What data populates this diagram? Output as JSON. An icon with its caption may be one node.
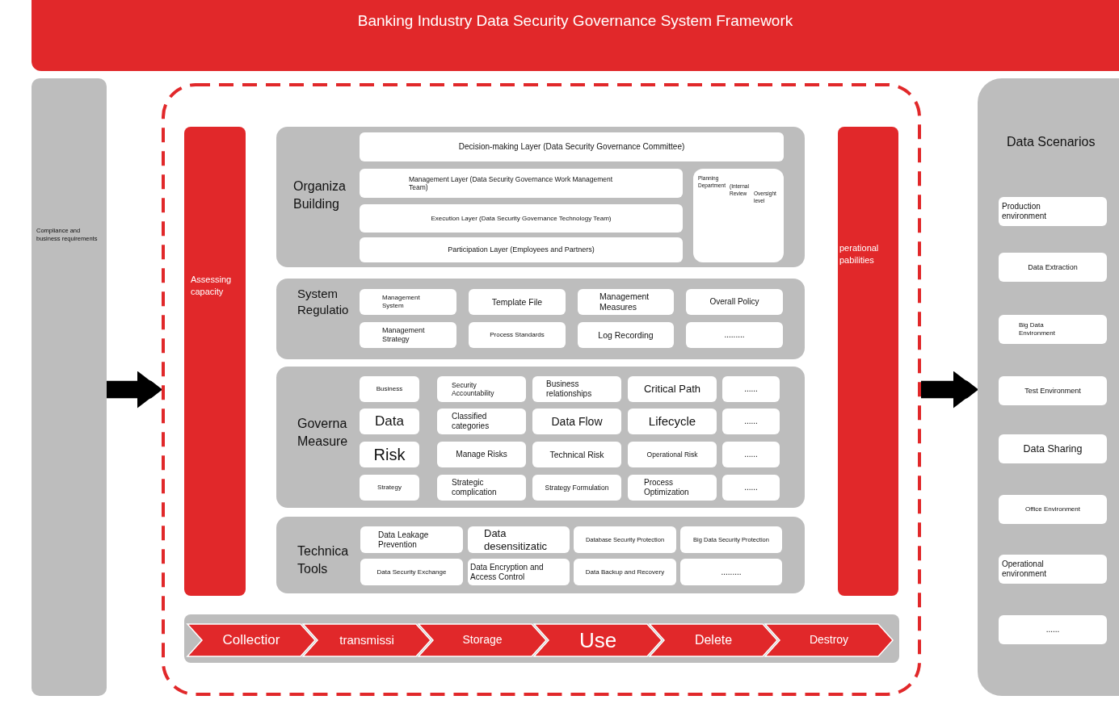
{
  "diagram": {
    "title": "Banking Industry Data Security Governance System Framework",
    "nodes": [
      {
        "text": [
          "Compliance and business requirements"
        ]
      },
      {
        "text": [],
        "shape": "box"
      },
      {
        "text": [
          "Assessing capacity"
        ],
        "in": 1
      },
      {
        "text": [
          "Organiza Building"
        ],
        "in": 1
      },
      {
        "text": [
          "Decision-making Layer (Data Security Governance Committee)"
        ],
        "in": 3
      },
      {
        "text": [
          "Management Layer (Data Security Governance Work Management Team)"
        ],
        "in": 3
      },
      {
        "text": [
          "Execution Layer (Data Security Governance Technology Team)"
        ],
        "in": 3
      },
      {
        "text": [
          "Participation Layer (Employees and Partners)"
        ],
        "in": 3
      },
      {
        "text": [
          "Planning Department",
          "(Internal Review",
          "Oversight level"
        ],
        "in": 3
      },
      {
        "text": [
          "System Regulatio"
        ],
        "in": 1
      },
      {
        "text": [
          "Management System"
        ],
        "in": 9
      },
      {
        "text": [
          "Template File"
        ],
        "in": 9
      },
      {
        "text": [
          "Management Measures"
        ],
        "in": 9
      },
      {
        "text": [
          "Overall Policy"
        ],
        "in": 9
      },
      {
        "text": [
          "Management Strategy"
        ],
        "in": 9
      },
      {
        "text": [
          "Process Standards"
        ],
        "in": 9
      },
      {
        "text": [
          "Log Recording"
        ],
        "in": 9
      },
      {
        "text": [
          "........."
        ],
        "in": 9
      },
      {
        "text": [
          "Governa Measure"
        ],
        "in": 1
      },
      {
        "text": [
          "Business"
        ],
        "in": 18
      },
      {
        "text": [
          "Security Accountability"
        ],
        "in": 18
      },
      {
        "text": [
          "Business relationships"
        ],
        "in": 18
      },
      {
        "text": [
          "Critical Path"
        ],
        "in": 18
      },
      {
        "text": [
          "......"
        ],
        "in": 18
      },
      {
        "text": [
          "Data"
        ],
        "in": 18
      },
      {
        "text": [
          "Classified categories"
        ],
        "in": 18
      },
      {
        "text": [
          "Data Flow"
        ],
        "in": 18
      },
      {
        "text": [
          "Lifecycle"
        ],
        "in": 18
      },
      {
        "text": [
          "......"
        ],
        "in": 18
      },
      {
        "text": [
          "Risk"
        ],
        "in": 18
      },
      {
        "text": [
          "Manage Risks"
        ],
        "in": 18
      },
      {
        "text": [
          "Technical Risk"
        ],
        "in": 18
      },
      {
        "text": [
          "Operational Risk"
        ],
        "in": 18
      },
      {
        "text": [
          "......"
        ],
        "in": 18
      },
      {
        "text": [
          "Strategy"
        ],
        "in": 18
      },
      {
        "text": [
          "Strategic complication"
        ],
        "in": 18
      },
      {
        "text": [
          "Strategy Formulation"
        ],
        "in": 18
      },
      {
        "text": [
          "Process Optimization"
        ],
        "in": 18
      },
      {
        "text": [
          "......"
        ],
        "in": 18
      },
      {
        "text": [
          "Technica Tools"
        ],
        "in": 1
      },
      {
        "text": [
          "Data Leakage Prevention"
        ],
        "in": 39
      },
      {
        "text": [
          "Data desensitizatic"
        ],
        "in": 39
      },
      {
        "text": [
          "Database Security Protection"
        ],
        "in": 39
      },
      {
        "text": [
          "Big Data Security Protection"
        ],
        "in": 39
      },
      {
        "text": [
          "Data Security Exchange"
        ],
        "in": 39
      },
      {
        "text": [
          "Data Encryption and Access Control"
        ],
        "in": 39
      },
      {
        "text": [
          "Data Backup and Recovery"
        ],
        "in": 39
      },
      {
        "text": [
          "........."
        ],
        "in": 39
      },
      {
        "text": [
          "perational pabilities"
        ],
        "in": 1
      },
      {
        "text": [],
        "shape": "box",
        "in": 1
      },
      {
        "text": [
          "Collectior"
        ],
        "in": 49
      },
      {
        "text": [
          "transmissi"
        ],
        "in": 49
      },
      {
        "text": [
          "Storage"
        ],
        "in": 49
      },
      {
        "text": [
          "Use"
        ],
        "in": 49
      },
      {
        "text": [
          "Delete"
        ],
        "in": 49
      },
      {
        "text": [
          "Destroy"
        ],
        "in": 49
      },
      {
        "text": [
          "Data Scenarios"
        ]
      },
      {
        "text": [
          "Production environment"
        ],
        "in": 56
      },
      {
        "text": [
          "Data Extraction"
        ],
        "in": 56
      },
      {
        "text": [
          "Big Data Environment"
        ],
        "in": 56
      },
      {
        "text": [
          "Test Environment"
        ],
        "in": 56
      },
      {
        "text": [
          "Data Sharing"
        ],
        "in": 56
      },
      {
        "text": [
          "Office Environment"
        ],
        "in": 56
      },
      {
        "text": [
          "Operational environment"
        ],
        "in": 56
      },
      {
        "text": [
          "......"
        ],
        "in": 56
      }
    ],
    "edges": [
      {
        "from": 0,
        "to": 1,
        "arrow": "to"
      },
      {
        "from": 1,
        "to": 56,
        "arrow": "to"
      }
    ]
  }
}
